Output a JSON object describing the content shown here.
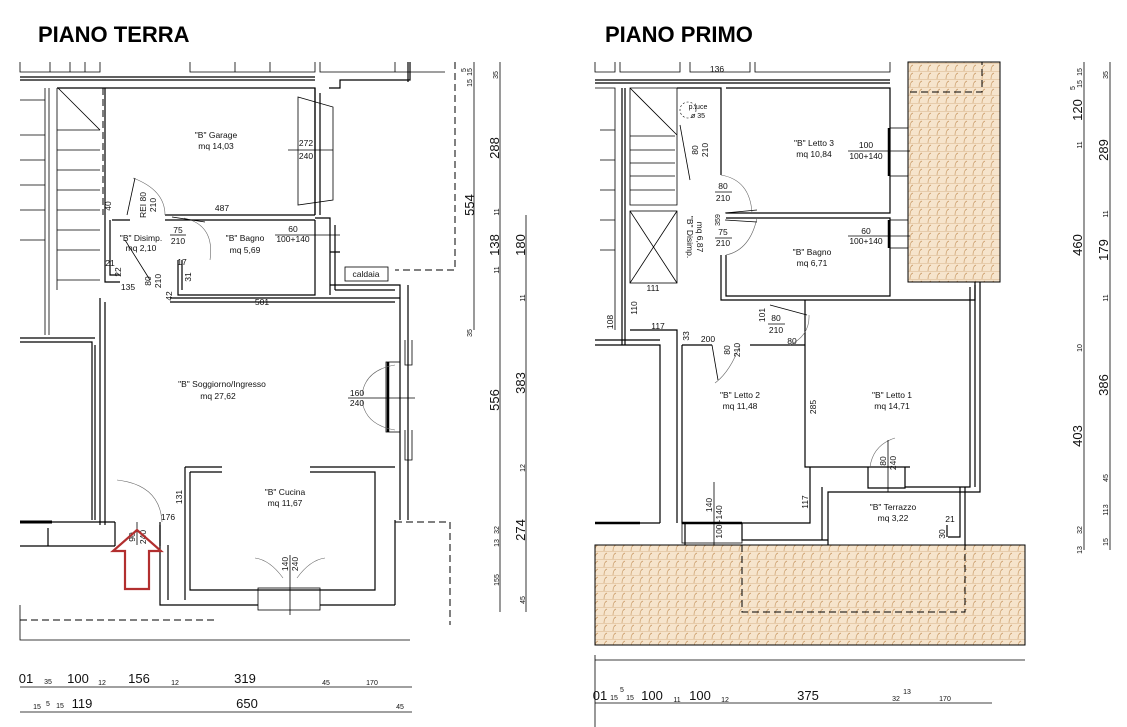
{
  "piano_terra": {
    "title": "PIANO TERRA",
    "rooms": [
      {
        "name": "\"B\" Garage",
        "area": "mq 14,03"
      },
      {
        "name": "\"B\" Disimp.",
        "area": "mq 2,10"
      },
      {
        "name": "\"B\" Bagno",
        "area": "mq 5,69"
      },
      {
        "name": "\"B\" Soggiorno/Ingresso",
        "area": "mq 27,62"
      },
      {
        "name": "\"B\" Cucina",
        "area": "mq 11,67"
      }
    ],
    "caldaia": "caldaia",
    "openings": {
      "garage_door": [
        "272",
        "240"
      ],
      "rei": [
        "REI 80",
        "210"
      ],
      "bagno_door": [
        "75",
        "210"
      ],
      "disimp_door": [
        "80",
        "210"
      ],
      "bagno_window": [
        "60",
        "100+140"
      ],
      "soggiorno_window": [
        "160",
        "240"
      ],
      "entrance": [
        "90",
        "240"
      ],
      "cucina_window": [
        "140",
        "240"
      ]
    },
    "inner_dims": [
      "40",
      "487",
      "21",
      "22",
      "135",
      "17",
      "31",
      "42",
      "501",
      "131",
      "176"
    ],
    "right_dims": {
      "outer": [
        "15",
        "5",
        "15",
        "35",
        "554",
        "35"
      ],
      "middle": [
        "288",
        "11",
        "138",
        "11",
        "556",
        "13",
        "32",
        "155"
      ],
      "inner": [
        "180",
        "11",
        "383",
        "12",
        "274",
        "45"
      ]
    },
    "bottom_dims": {
      "row1": [
        "01",
        "35",
        "100",
        "12",
        "156",
        "12",
        "319",
        "45",
        "170"
      ],
      "row2": [
        "15",
        "5",
        "15",
        "119",
        "650",
        "45"
      ]
    },
    "entrance_arrow_color": "#b22f2f"
  },
  "piano_primo": {
    "title": "PIANO PRIMO",
    "rooms": [
      {
        "name": "\"B\" Letto 3",
        "area": "mq 10,84"
      },
      {
        "name": "\"B\" Disimp.",
        "area": "mq 6,87"
      },
      {
        "name": "\"B\" Bagno",
        "area": "mq 6,71"
      },
      {
        "name": "\"B\" Letto 2",
        "area": "mq 11,48"
      },
      {
        "name": "\"B\" Letto 1",
        "area": "mq 14,71"
      },
      {
        "name": "\"B\" Terrazzo",
        "area": "mq 3,22"
      }
    ],
    "skylight": [
      "p.luce",
      "ø 35"
    ],
    "openings": {
      "stair_door": [
        "80",
        "210"
      ],
      "letto3_door": [
        "80",
        "210"
      ],
      "bagno_door": [
        "75",
        "210"
      ],
      "letto3_window": [
        "100",
        "100+140"
      ],
      "bagno_window": [
        "60",
        "100+140"
      ],
      "letto2_door": [
        "80",
        "210"
      ],
      "letto1_door": [
        "80",
        "210"
      ],
      "terrazzo_door": [
        "80",
        "240"
      ],
      "letto2_window": [
        "140",
        "100+140"
      ]
    },
    "inner_dims": [
      "136",
      "359",
      "111",
      "110",
      "108",
      "117",
      "33",
      "200",
      "101",
      "80",
      "285",
      "117",
      "21",
      "30"
    ],
    "right_dims": {
      "outer": [
        "15",
        "5",
        "15",
        "120",
        "11",
        "460",
        "10",
        "403",
        "13",
        "32"
      ],
      "inner": [
        "35",
        "289",
        "11",
        "179",
        "11",
        "386",
        "45",
        "113",
        "15"
      ]
    },
    "bottom_dims": {
      "row1": [
        "01",
        "15",
        "5",
        "15",
        "100",
        "11",
        "100",
        "12",
        "375",
        "32",
        "13",
        "170"
      ]
    },
    "roof_tile_color": "#f6e4cc"
  }
}
